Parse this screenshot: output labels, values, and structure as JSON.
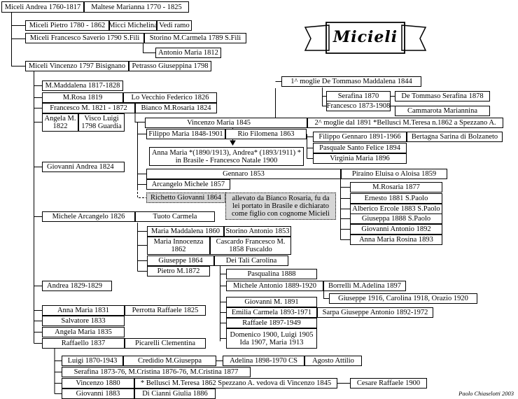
{
  "title": "Micieli",
  "signature": "Paolo Chiaselotti 2003",
  "gen1": {
    "root": "Miceli Andrea 1760-1817",
    "root_spouse": "Maltese Marianna 1770 - 1825"
  },
  "gen2": {
    "pietro": "Miceli Pietro 1780 - 1862",
    "pietro_spouse": "Micci Michelina",
    "vedi_ramo": "Vedi ramo",
    "francesco": "Miceli Francesco Saverio 1790  S.Fili",
    "francesco_spouse": "Storino M.Carmela 1789 S.Fili",
    "antonio": "Antonio Maria 1812",
    "vincenzo": "Miceli Vincenzo 1797 Bisignano",
    "vincenzo_spouse": "Petrasso Giuseppina 1798"
  },
  "gen3": {
    "maddalena": "M.Maddalena 1817-1828",
    "mrosa": "M.Rosa 1819",
    "mrosa_spouse": "Lo Vecchio Federico 1826",
    "francescom": "Francesco M. 1821 - 1872",
    "francescom_spouse": "Bianco M.Rosaria 1824",
    "angela": "Angela M. 1822",
    "angela_spouse": "Visco Luigi 1798 Guardia",
    "giovanni": "Giovanni Andrea 1824",
    "michele": "Michele Arcangelo 1826",
    "michele_spouse": "Tuoto Carmela",
    "andrea": "Andrea 1829-1829",
    "annamaria": "Anna Maria 1831",
    "annamaria_spouse": "Perrotta Raffaele 1825",
    "salvatore": "Salvatore 1833",
    "angelamaria": "Angela Maria 1835",
    "raffaello": "Raffaello 1837",
    "raffaello_spouse": "Picarelli Clementina"
  },
  "francesco_branch": {
    "first_wife": "1^ moglie De Tommaso Maddalena 1844",
    "serafina": "Serafina 1870",
    "serafina_spouse": "De Tommaso Serafina 1878",
    "francesco": "Francesco 1873-1908",
    "francesco_spouse": "Cammarota Mariannina",
    "vincenzo": "Vincenzo Maria 1845",
    "vincenzo_second_wife": "2^ moglie dal 1891 *Bellusci M.Teresa n.1862 a Spezzano A.",
    "filippo": "Filippo Maria 1848-1901",
    "filippo_spouse": "Rio Filomena 1863",
    "filippo_gennaro": "Filippo Gennaro 1891-1966",
    "filippo_gennaro_spouse": "Bertagna Sarina di Bolzaneto",
    "pasquale": "Pasquale Santo Felice 1894",
    "virginia": "Virginia Maria 1896",
    "annamaria_andrea": "Anna Maria *(1890/1913), Andrea* (1893/1911) * in Brasile - Francesco Natale 1900",
    "gennaro": "Gennaro 1853",
    "gennaro_spouse": "Piraino Eluisa o Aloisa 1859",
    "mrosaria": "M.Rosaria 1877",
    "ernesto": "Ernesto 1881 S.Paolo",
    "alberico": "Alberico Ercole 1883 S.Paolo",
    "giuseppa": "Giuseppa 1888 S.Paolo",
    "giovanni_antonio": "Giovanni Antonio 1892",
    "anna_maria_rosina": "Anna Maria Rosina 1893",
    "arcangelo": "Arcangelo Michele 1857",
    "richetto": "Richetto Giovanni 1864",
    "richetto_note": "allevato da Bianco Rosaria, fu da lei portato in Brasile e dichiarato come figlio con cognome Micieli"
  },
  "michele_branch": {
    "mariamaddalena": "Maria Maddalena 1860",
    "mariamaddalena_spouse": "Storino Antonio 1853",
    "mariainnocenza": "Maria Innocenza 1862",
    "mariainnocenza_spouse": "Cascardo Francesco M. 1858 Fuscaldo",
    "giuseppe": "Giuseppe 1864",
    "giuseppe_spouse": "Dei Tali Carolina",
    "pietro": "Pietro M.1872",
    "pasqualina": "Pasqualina 1888",
    "michele_antonio": "Michele Antonio 1889-1920",
    "michele_antonio_spouse": "Borrelli M.Adelina 1897",
    "giuseppe_children": "Giuseppe 1916, Carolina 1918, Orazio 1920",
    "giovanni": "Giovanni M. 1891",
    "emilia": "Emilia Carmela 1893-1971",
    "emilia_spouse": "Sarpa Giuseppe Antonio 1892-1972",
    "raffaele": "Raffaele 1897-1949",
    "domenico": "Domenico 1900, Luigi 1905 Ida 1907, Maria  1913"
  },
  "raffaello_branch": {
    "luigi": "Luigi 1870-1943",
    "luigi_spouse": "Credidio M.Giuseppa",
    "adelina": "Adelina 1898-1970 CS",
    "adelina_spouse": "Agosto Attilio",
    "serafina_group": "Serafina 1873-76, M.Cristina 1876-76, M.Cristina 1877",
    "vincenzo": "Vincenzo 1880",
    "vincenzo_spouse": "* Bellusci M.Teresa 1862 Spezzano A. vedova di Vincenzo 1845",
    "vincenzo_child": "Cesare Raffaele 1900",
    "giovanni": "Giovanni 1883",
    "giovanni_spouse": "Di Cianni Giulia 1886"
  }
}
